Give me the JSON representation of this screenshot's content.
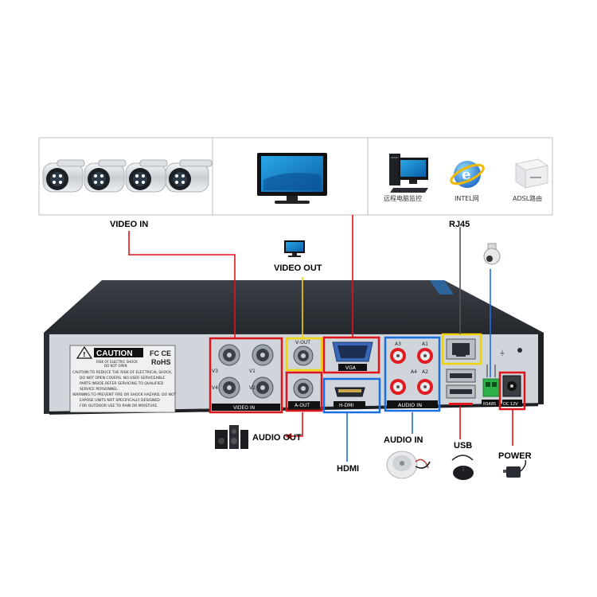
{
  "devices": {
    "pc_label": "远程电脑监控",
    "ie_label": "INTEL网",
    "router_label": "ADSL路由"
  },
  "labels": {
    "video_in": "VIDEO IN",
    "video_out": "VIDEO OUT",
    "rj45": "RJ45",
    "audio_out": "AUDIO OUT",
    "hdmi": "HDMI",
    "audio_in": "AUDIO IN",
    "usb": "USB",
    "power": "POWER"
  },
  "panel": {
    "caution_title": "CAUTION",
    "fc_ce": "FC CE",
    "rohs": "RoHS",
    "caution_line1": "RISK OF ELECTRIC SHOCK",
    "caution_line2": "DO NOT OPEN",
    "warn1": "CAUTION:TO REDUCE THE RISK OF ELECTRICAL SHOCK,",
    "warn2": "DO NOT OPEN COVERS. NO USER SERVICEABLE",
    "warn3": "PARTS INSIDE.REFER SERVICING TO QUALIFIED",
    "warn4": "SERVICE PERSONNEL.",
    "warn5": "WARNING:TO PREVENT FIRE OR SHOCK HAZARD, DO NOT",
    "warn6": "EXPOSE UNITS NOT SPECIFICALLY DESIGNED",
    "warn7": "FOR OUTDOOR USE TO RAIN OR MOISTURE.",
    "v3": "V3",
    "v1": "V1",
    "v4": "V4",
    "v2": "V2",
    "video_in_plate": "VIDEO IN",
    "v_out_plate": "V-OUT",
    "a_out_plate": "A-OUT",
    "vga_plate": "VGA",
    "hdmi_plate": "H-DMI",
    "a3": "A3",
    "a1": "A1",
    "a4": "A4",
    "a2": "A2",
    "audio_in_plate": "AUDIO IN",
    "rs485": "RS485",
    "dc12v": "DC 12V"
  },
  "colors": {
    "red": "#e0141b",
    "yellow": "#f2d400",
    "blue": "#1a6fe0",
    "panel": "#cdd3d8",
    "body": "#2e3238"
  }
}
